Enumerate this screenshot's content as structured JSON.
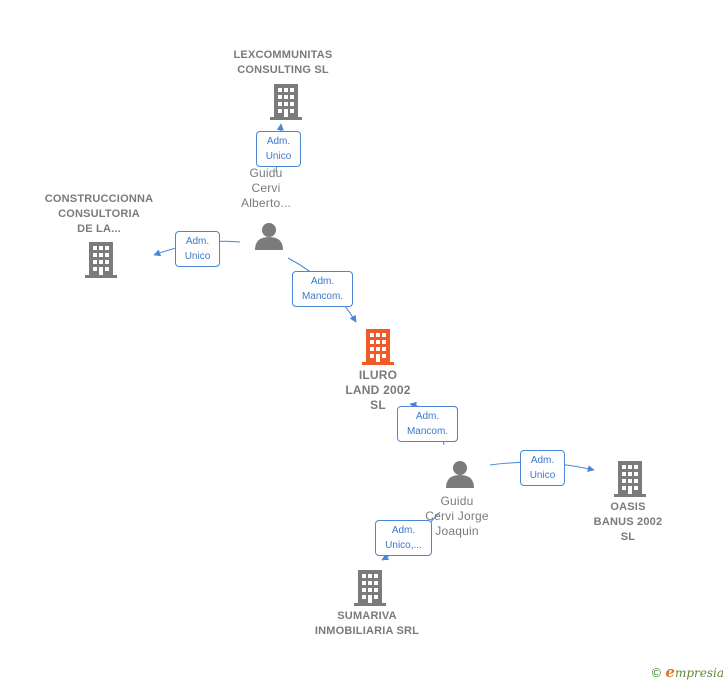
{
  "nodes": {
    "lexcommunitas": {
      "lines": [
        "LEXCOMMUNITAS",
        "CONSULTING SL"
      ]
    },
    "construccionna": {
      "lines": [
        "CONSTRUCCIONNA",
        "CONSULTORIA",
        "DE LA..."
      ]
    },
    "guidu_alberto": {
      "lines": [
        "Guidu",
        "Cervi",
        "Alberto..."
      ]
    },
    "iluro": {
      "lines": [
        "ILURO",
        "LAND 2002",
        "SL"
      ]
    },
    "guidu_jorge": {
      "lines": [
        "Guidu",
        "Cervi Jorge",
        "Joaquin"
      ]
    },
    "oasis": {
      "lines": [
        "OASIS",
        "BANUS 2002",
        "SL"
      ]
    },
    "sumariva": {
      "lines": [
        "SUMARIVA",
        "INMOBILIARIA SRL"
      ]
    }
  },
  "relations": {
    "r1": [
      "Adm.",
      "Unico"
    ],
    "r2": [
      "Adm.",
      "Unico"
    ],
    "r3": [
      "Adm.",
      "Mancom."
    ],
    "r4": [
      "Adm.",
      "Mancom."
    ],
    "r5": [
      "Adm.",
      "Unico"
    ],
    "r6": [
      "Adm.",
      "Unico,..."
    ]
  },
  "colors": {
    "company_icon": "#7b7b7b",
    "main_company_icon": "#f05a28",
    "person_icon": "#7b7b7b",
    "edge": "#4a86d4"
  },
  "brand": {
    "copyright": "©",
    "initial": "e",
    "rest": "mpresia"
  }
}
